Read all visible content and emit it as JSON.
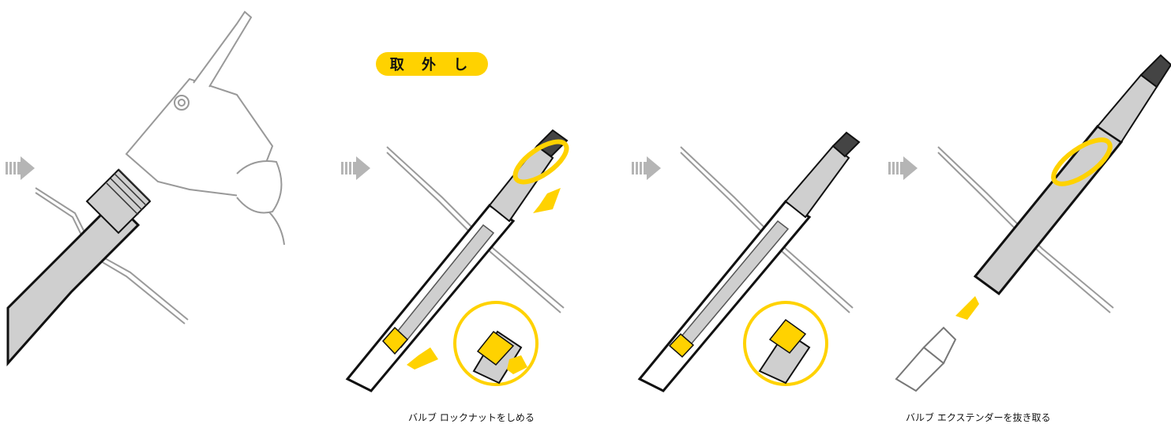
{
  "badge": {
    "label": "取 外 し"
  },
  "captions": {
    "step2": "バルブ ロックナットをしめる",
    "step4": "バルブ エクステンダーを抜き取る"
  },
  "colors": {
    "accent": "#FFD200",
    "arrow_gray": "#B5B5B5",
    "valve_gray": "#CFCFCF",
    "outline": "#111111",
    "rim": "#9A9A9A"
  },
  "icons": [
    "step-arrow-icon",
    "rotate-arrow-icon",
    "direction-arrow-icon",
    "magnify-circle-icon"
  ]
}
